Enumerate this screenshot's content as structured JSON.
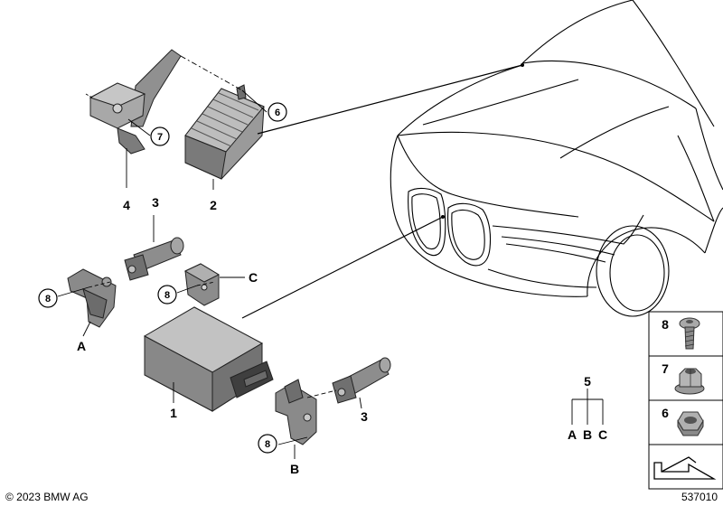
{
  "labels": {
    "p1": "1",
    "p2": "2",
    "p3a": "3",
    "p3b": "3",
    "p4": "4",
    "p5": "5",
    "p6": "6",
    "p7": "7",
    "p8a": "8",
    "p8b": "8",
    "p8c": "8",
    "la": "A",
    "lb": "B",
    "lc": "C",
    "g_a": "A",
    "g_b": "B",
    "g_c": "C"
  },
  "legend": [
    {
      "num": "8",
      "icon": "screw-icon"
    },
    {
      "num": "7",
      "icon": "flange-nut-icon"
    },
    {
      "num": "6",
      "icon": "hex-nut-icon"
    }
  ],
  "footer": {
    "copyright": "© 2023 BMW AG",
    "diagram_number": "537010"
  },
  "colors": {
    "part_fill": "#8f8f8f",
    "part_dark": "#5e5e5e",
    "part_light": "#c4c4c4",
    "legend_bg": "#ededed"
  }
}
